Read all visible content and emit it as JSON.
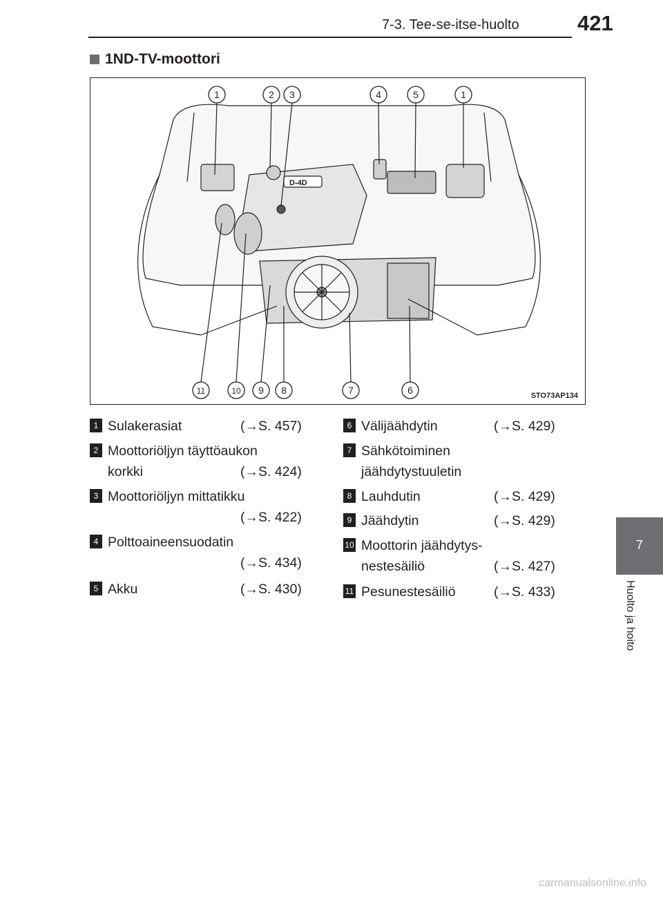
{
  "header": {
    "section": "7-3. Tee-se-itse-huolto",
    "page_number": "421"
  },
  "section_title": "1ND-TV-moottori",
  "figure": {
    "code": "STO73AP134",
    "callouts_top": [
      "1",
      "2",
      "3",
      "4",
      "5",
      "1"
    ],
    "callouts_bottom": [
      "11",
      "10",
      "9",
      "8",
      "7",
      "6"
    ],
    "engine_badge": "D-4D"
  },
  "legend_left": [
    {
      "num": "1",
      "lines": [
        "Sulakerasiat"
      ],
      "ref": "(→S. 457)"
    },
    {
      "num": "2",
      "lines": [
        "Moottoriöljyn täyttöaukon",
        "korkki"
      ],
      "ref": "(→S. 424)"
    },
    {
      "num": "3",
      "lines": [
        "Moottoriöljyn mittatikku",
        ""
      ],
      "ref": "(→S. 422)"
    },
    {
      "num": "4",
      "lines": [
        "Polttoaineensuodatin",
        ""
      ],
      "ref": "(→S. 434)"
    },
    {
      "num": "5",
      "lines": [
        "Akku"
      ],
      "ref": "(→S. 430)"
    }
  ],
  "legend_right": [
    {
      "num": "6",
      "lines": [
        "Välijäähdytin"
      ],
      "ref": "(→S. 429)"
    },
    {
      "num": "7",
      "lines": [
        "Sähkötoiminen",
        "jäähdytystuuletin"
      ],
      "ref": ""
    },
    {
      "num": "8",
      "lines": [
        "Lauhdutin"
      ],
      "ref": "(→S. 429)"
    },
    {
      "num": "9",
      "lines": [
        "Jäähdytin"
      ],
      "ref": "(→S. 429)"
    },
    {
      "num": "10",
      "lines": [
        "Moottorin jäähdytys-",
        "nestesäiliö"
      ],
      "ref": "(→S. 427)"
    },
    {
      "num": "11",
      "lines": [
        "Pesunestesäiliö"
      ],
      "ref": "(→S. 433)"
    }
  ],
  "side_tab": {
    "chapter_number": "7",
    "chapter_title": "Huolto ja hoito"
  },
  "watermark": "carmanualsonline.info"
}
